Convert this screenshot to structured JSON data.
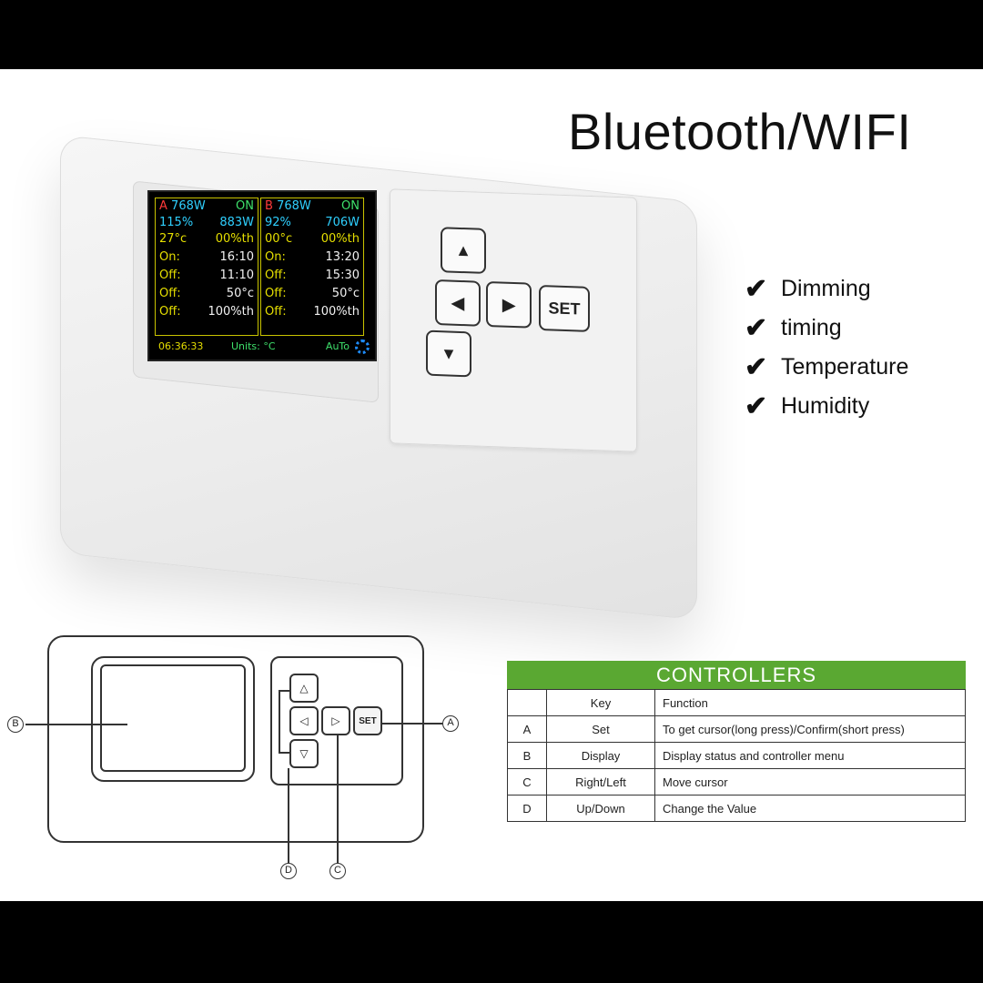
{
  "headline": "Bluetooth/WIFI",
  "features": [
    "Dimming",
    "timing",
    "Temperature",
    "Humidity"
  ],
  "checkmark": "✔",
  "screen": {
    "a": {
      "letter": "A",
      "power": "768W",
      "status": "ON",
      "pct": "115%",
      "watts": "883W",
      "temp": "27°c",
      "hum": "00%th",
      "on_label": "On:",
      "on_time": "16:10",
      "off_label1": "Off:",
      "off_time": "11:10",
      "off_label2": "Off:",
      "off_temp": "50°c",
      "off_label3": "Off:",
      "off_hum": "100%th"
    },
    "b": {
      "letter": "B",
      "power": "768W",
      "status": "ON",
      "pct": "92%",
      "watts": "706W",
      "temp": "00°c",
      "hum": "00%th",
      "on_label": "On:",
      "on_time": "13:20",
      "off_label1": "Off:",
      "off_time": "15:30",
      "off_label2": "Off:",
      "off_temp": "50°c",
      "off_label3": "Off:",
      "off_hum": "100%th"
    },
    "time": "06:36:33",
    "units": "Units: °C",
    "mode": "AuTo"
  },
  "keypad": {
    "up": "▲",
    "left": "◀",
    "right": "▶",
    "down": "▼",
    "set": "SET"
  },
  "schematic": {
    "up": "△",
    "left": "◁",
    "right": "▷",
    "down": "▽",
    "set": "SET",
    "label_a": "A",
    "label_b": "B",
    "label_c": "C",
    "label_d": "D"
  },
  "controllers": {
    "title": "CONTROLLERS",
    "header": {
      "id": "",
      "key": "Key",
      "function": "Function"
    },
    "rows": [
      {
        "id": "A",
        "key": "Set",
        "function": "To get cursor(long press)/Confirm(short press)"
      },
      {
        "id": "B",
        "key": "Display",
        "function": "Display status and controller menu"
      },
      {
        "id": "C",
        "key": "Right/Left",
        "function": "Move cursor"
      },
      {
        "id": "D",
        "key": "Up/Down",
        "function": "Change the Value"
      }
    ]
  }
}
